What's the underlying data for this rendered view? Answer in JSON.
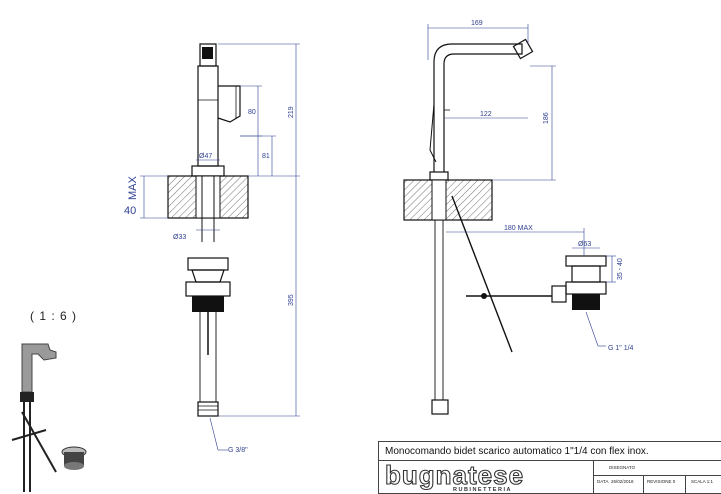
{
  "drawing": {
    "title": "Monocomando bidet scarico automatico 1\"1/4 con flex inox.",
    "scale_note": "( 1 : 6 )",
    "dimensions": {
      "front_80": "80",
      "front_219": "219",
      "front_47": "Ø47",
      "front_81": "81",
      "front_max": "MAX",
      "front_40": "40",
      "front_33": "Ø33",
      "front_395": "395",
      "front_thread": "G 3/8\"",
      "side_169": "169",
      "side_122": "122",
      "side_186": "186",
      "side_180max": "180 MAX",
      "side_63": "Ø63",
      "side_3540": "35 - 40",
      "side_thread": "G 1\" 1/4"
    }
  },
  "title_block": {
    "brand": "bugnatese",
    "brand_sub": "RUBINETTERIA",
    "drawn_label": "DISEGNATO",
    "date_label": "DATA",
    "date_value": "26/02/2018",
    "revision_label": "REVISIONE 0",
    "scale_label": "SCALA 1:1"
  },
  "colors": {
    "dimension": "#2e3f8f",
    "line": "#111111"
  }
}
